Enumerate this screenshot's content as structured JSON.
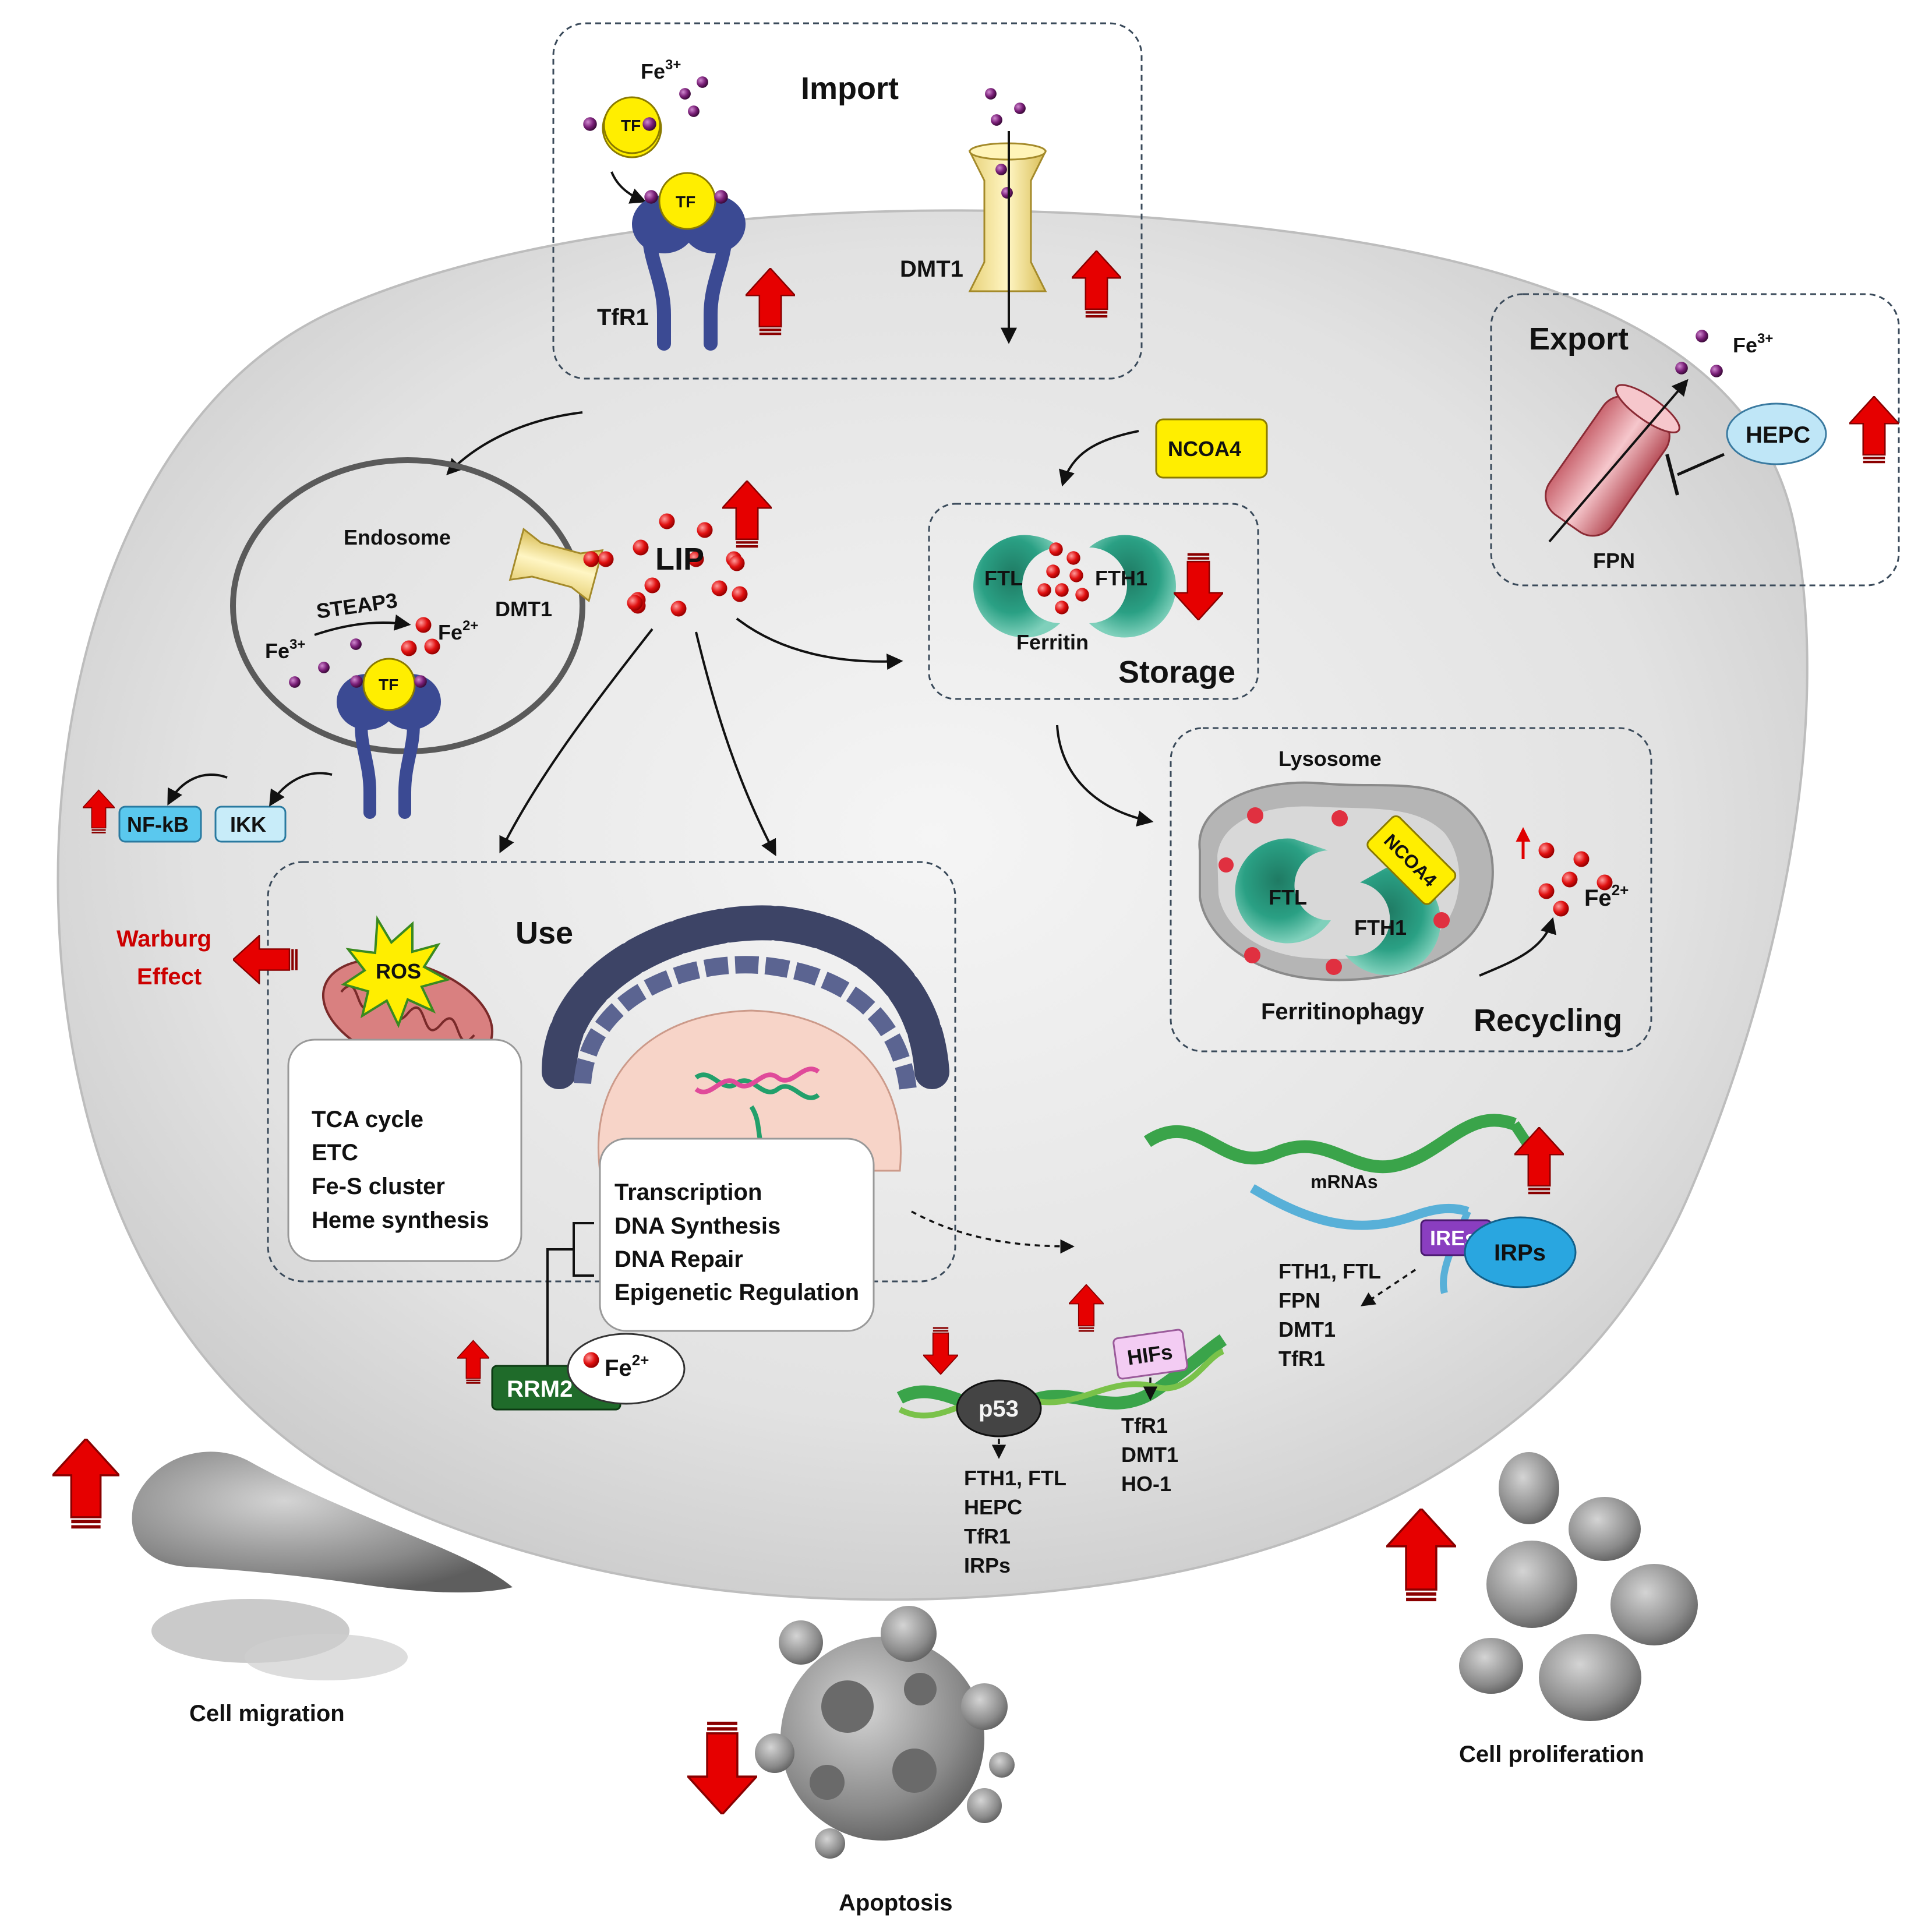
{
  "import": {
    "title": "Import",
    "fe3": "Fe",
    "fe3_sup": "3+",
    "tf": "TF",
    "tfr1": "TfR1",
    "dmt1": "DMT1"
  },
  "export": {
    "title": "Export",
    "fe3": "Fe",
    "fe3_sup": "3+",
    "hepc": "HEPC",
    "fpn": "FPN"
  },
  "endosome": {
    "title": "Endosome",
    "steap3": "STEAP3",
    "fe3": "Fe",
    "fe3_sup": "3+",
    "fe2": "Fe",
    "fe2_sup": "2+",
    "tf": "TF",
    "dmt1": "DMT1"
  },
  "lip": {
    "label": "LIP"
  },
  "signaling": {
    "nfkb": "NF-kB",
    "ikk": "IKK"
  },
  "ncoa4": {
    "label": "NCOA4"
  },
  "storage": {
    "title": "Storage",
    "ftl": "FTL",
    "fth1": "FTH1",
    "ferritin": "Ferritin"
  },
  "recycling": {
    "title": "Recycling",
    "lysosome": "Lysosome",
    "ftl": "FTL",
    "fth1": "FTH1",
    "ncoa4": "NCOA4",
    "ferritinophagy": "Ferritinophagy",
    "fe2": "Fe",
    "fe2_sup": "2+"
  },
  "use": {
    "title": "Use",
    "ros": "ROS",
    "warburg_line1": "Warburg",
    "warburg_line2": "Effect",
    "mito_list": [
      "TCA cycle",
      "ETC",
      "Fe-S cluster",
      "Heme synthesis"
    ],
    "nucleus_list": [
      "Transcription",
      "DNA Synthesis",
      "DNA Repair",
      "Epigenetic Regulation"
    ]
  },
  "rrm2": {
    "label": "RRM2",
    "fe2": "Fe",
    "fe2_sup": "2+"
  },
  "regulation": {
    "mrnas": "mRNAs",
    "ires": "IREs",
    "irps": "IRPs",
    "irp_targets": [
      "FTH1, FTL",
      "FPN",
      "DMT1",
      "TfR1"
    ],
    "p53": "p53",
    "p53_targets": [
      "FTH1, FTL",
      "HEPC",
      "TfR1",
      "IRPs"
    ],
    "hifs": "HIFs",
    "hif_targets": [
      "TfR1",
      "DMT1",
      "HO-1"
    ]
  },
  "outcomes": {
    "migration": "Cell migration",
    "apoptosis": "Apoptosis",
    "proliferation": "Cell proliferation"
  },
  "colors": {
    "cell_fill": "#e3e3e3",
    "up_arrow": "#e00000",
    "iron_fe3": "#7a1f78",
    "iron_fe2": "#e01010",
    "tf_yellow": "#ffee00",
    "receptor_blue": "#3b4a93",
    "ferritin_green": "#2aa084",
    "ncoa4_yellow": "#ffee00",
    "signal_blue": "#5ac8ee",
    "rrm2_green": "#1f6b2a",
    "ires_purple": "#8a3ec0",
    "irps_blue": "#29a6e0",
    "hifs_pink": "#f3ccf3",
    "p53_dark": "#444444"
  }
}
